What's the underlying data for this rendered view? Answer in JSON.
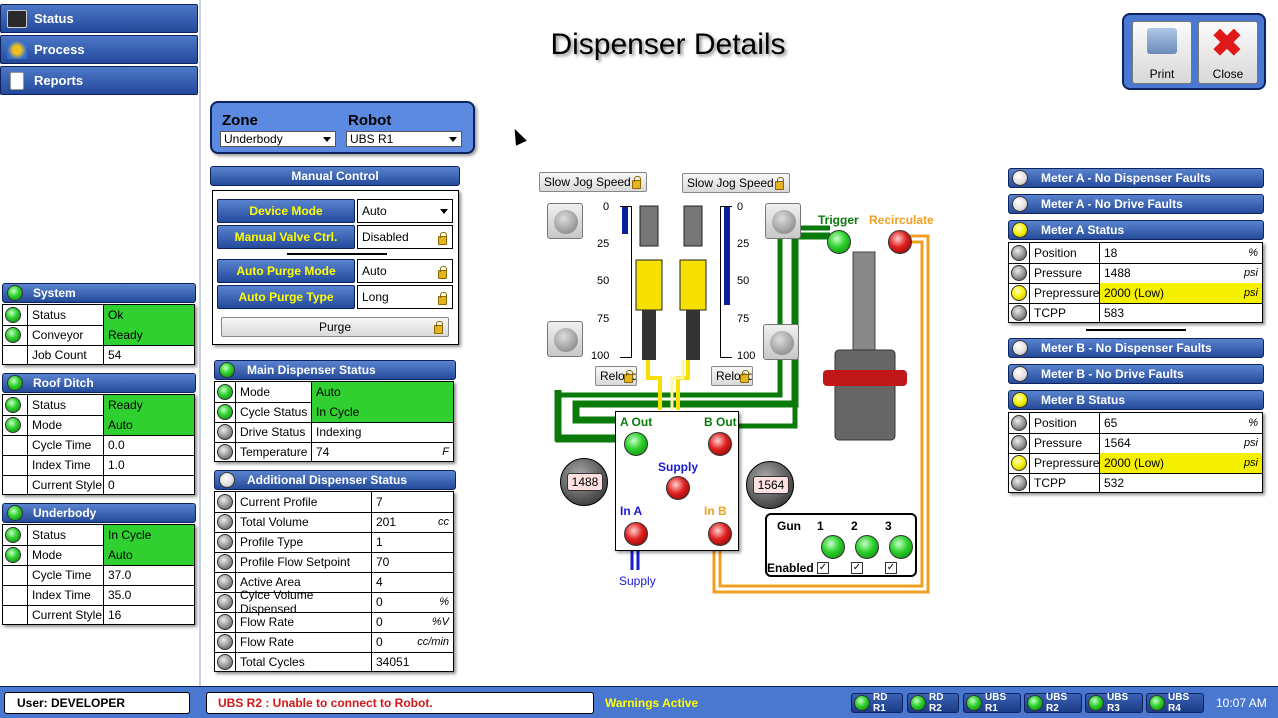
{
  "nav": {
    "items": [
      {
        "label": "Status",
        "icon": "status-icon"
      },
      {
        "label": "Process",
        "icon": "gears-icon"
      },
      {
        "label": "Reports",
        "icon": "report-icon"
      }
    ]
  },
  "page": {
    "title": "Dispenser Details"
  },
  "toolbar": {
    "print_label": "Print",
    "close_label": "Close"
  },
  "zone_robot": {
    "zone_label": "Zone",
    "zone_value": "Underbody",
    "robot_label": "Robot",
    "robot_value": "UBS R1"
  },
  "manual_control": {
    "title": "Manual Control",
    "device_mode_label": "Device Mode",
    "device_mode_value": "Auto",
    "valve_label": "Manual Valve Ctrl.",
    "valve_value": "Disabled",
    "purge_mode_label": "Auto Purge Mode",
    "purge_mode_value": "Auto",
    "purge_type_label": "Auto Purge Type",
    "purge_type_value": "Long",
    "purge_button": "Purge"
  },
  "system": {
    "title": "System",
    "rows": [
      {
        "label": "Status",
        "value": "Ok",
        "lamp": "green",
        "hl": "g"
      },
      {
        "label": "Conveyor",
        "value": "Ready",
        "lamp": "green",
        "hl": "g"
      },
      {
        "label": "Job Count",
        "value": "54",
        "lamp": "none",
        "hl": ""
      }
    ]
  },
  "roof_ditch": {
    "title": "Roof Ditch",
    "rows": [
      {
        "label": "Status",
        "value": "Ready",
        "lamp": "green",
        "hl": "g"
      },
      {
        "label": "Mode",
        "value": "Auto",
        "lamp": "green",
        "hl": "g"
      },
      {
        "label": "Cycle Time",
        "value": "0.0",
        "lamp": "none",
        "hl": ""
      },
      {
        "label": "Index Time",
        "value": "1.0",
        "lamp": "none",
        "hl": ""
      },
      {
        "label": "Current Style",
        "value": "0",
        "lamp": "none",
        "hl": ""
      }
    ]
  },
  "underbody": {
    "title": "Underbody",
    "rows": [
      {
        "label": "Status",
        "value": "In Cycle",
        "lamp": "green",
        "hl": "g"
      },
      {
        "label": "Mode",
        "value": "Auto",
        "lamp": "green",
        "hl": "g"
      },
      {
        "label": "Cycle Time",
        "value": "37.0",
        "lamp": "none",
        "hl": ""
      },
      {
        "label": "Index Time",
        "value": "35.0",
        "lamp": "none",
        "hl": ""
      },
      {
        "label": "Current Style",
        "value": "16",
        "lamp": "none",
        "hl": ""
      }
    ]
  },
  "main_status": {
    "title": "Main Dispenser Status",
    "rows": [
      {
        "label": "Mode",
        "value": "Auto",
        "unit": "",
        "lamp": "green",
        "hl": "g"
      },
      {
        "label": "Cycle Status",
        "value": "In Cycle",
        "unit": "",
        "lamp": "green",
        "hl": "g"
      },
      {
        "label": "Drive Status",
        "value": "Indexing",
        "unit": "",
        "lamp": "gray",
        "hl": ""
      },
      {
        "label": "Temperature",
        "value": "74",
        "unit": "F",
        "lamp": "gray",
        "hl": ""
      }
    ]
  },
  "additional_status": {
    "title": "Additional Dispenser Status",
    "rows": [
      {
        "label": "Current Profile",
        "value": "7",
        "unit": ""
      },
      {
        "label": "Total Volume",
        "value": "201",
        "unit": "cc"
      },
      {
        "label": "Profile Type",
        "value": "1",
        "unit": ""
      },
      {
        "label": "Profile Flow Setpoint",
        "value": "70",
        "unit": ""
      },
      {
        "label": "Active Area",
        "value": "4",
        "unit": ""
      },
      {
        "label": "Cylce Volume Dispensed",
        "value": "0",
        "unit": "%"
      },
      {
        "label": "Flow Rate",
        "value": "0",
        "unit": "%V"
      },
      {
        "label": "Flow Rate",
        "value": "0",
        "unit": "cc/min"
      },
      {
        "label": "Total Cycles",
        "value": "34051",
        "unit": ""
      }
    ]
  },
  "diagram": {
    "slow_jog_label": "Slow Jog Speed",
    "reload_label": "Reload",
    "scale_ticks": [
      "0",
      "25",
      "50",
      "75",
      "100"
    ],
    "meter_a_level_pct": 18,
    "meter_b_level_pct": 65,
    "trigger_label": "Trigger",
    "recirculate_label": "Recirculate",
    "a_out_label": "A Out",
    "b_out_label": "B Out",
    "supply_label": "Supply",
    "in_a_label": "In A",
    "in_b_label": "In B",
    "supply_bottom_label": "Supply",
    "gauge_a_value": "1488",
    "gauge_b_value": "1564",
    "gun_label": "Gun",
    "gun_numbers": [
      "1",
      "2",
      "3"
    ],
    "enabled_label": "Enabled",
    "colors": {
      "green_line": "#0a7a0a",
      "yellow_line": "#f5e000",
      "orange_line": "#f0a020",
      "blue_line": "#1a1ad0"
    }
  },
  "meter_a": {
    "header1": "Meter A - No Dispenser Faults",
    "header2": "Meter A - No Drive Faults",
    "status_title": "Meter A Status",
    "rows": [
      {
        "label": "Position",
        "value": "18",
        "unit": "%",
        "lamp": "gray",
        "hl": ""
      },
      {
        "label": "Pressure",
        "value": "1488",
        "unit": "psi",
        "lamp": "gray",
        "hl": ""
      },
      {
        "label": "Prepressure",
        "value": "2000 (Low)",
        "unit": "psi",
        "lamp": "yellow",
        "hl": "y"
      },
      {
        "label": "TCPP",
        "value": "583",
        "unit": "",
        "lamp": "gray",
        "hl": ""
      }
    ]
  },
  "meter_b": {
    "header1": "Meter B - No Dispenser Faults",
    "header2": "Meter B - No Drive Faults",
    "status_title": "Meter B Status",
    "rows": [
      {
        "label": "Position",
        "value": "65",
        "unit": "%",
        "lamp": "gray",
        "hl": ""
      },
      {
        "label": "Pressure",
        "value": "1564",
        "unit": "psi",
        "lamp": "gray",
        "hl": ""
      },
      {
        "label": "Prepressure",
        "value": "2000 (Low)",
        "unit": "psi",
        "lamp": "yellow",
        "hl": "y"
      },
      {
        "label": "TCPP",
        "value": "532",
        "unit": "",
        "lamp": "gray",
        "hl": ""
      }
    ]
  },
  "footer": {
    "user": "User:  DEVELOPER",
    "message": "UBS R2 : Unable to connect to Robot.",
    "warnings": "Warnings Active",
    "chips": [
      "RD R1",
      "RD R2",
      "UBS R1",
      "UBS R2",
      "UBS R3",
      "UBS R4"
    ],
    "time": "10:07 AM"
  }
}
